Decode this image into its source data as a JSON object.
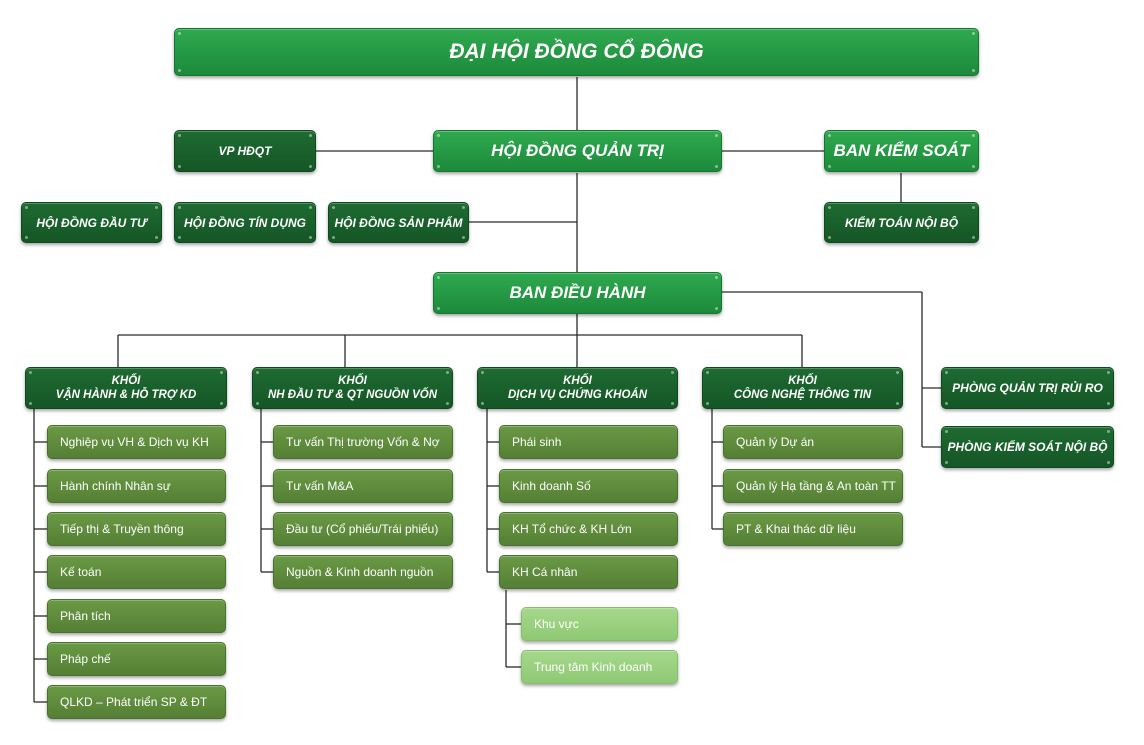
{
  "top": {
    "general_meeting": "ĐẠI HỘI ĐỒNG CỔ ĐÔNG",
    "board": "HỘI ĐỒNG QUẢN TRỊ",
    "board_office": "VP HĐQT",
    "supervisory": "BAN KIỂM SOÁT",
    "internal_audit": "KIỂM TOÁN NỘI BỘ",
    "executive": "BAN ĐIỀU HÀNH"
  },
  "committees": [
    "HỘI ĐỒNG ĐẦU TƯ",
    "HỘI ĐỒNG TÍN DỤNG",
    "HỘI ĐỒNG SẢN PHẨM"
  ],
  "side_departments": [
    "PHÒNG QUẢN TRỊ RỦI RO",
    "PHÒNG KIỂM SOÁT NỘI BỘ"
  ],
  "blocks": [
    {
      "title_1": "KHỐI",
      "title_2": "VẬN HÀNH & HỖ TRỢ KD",
      "items": [
        "Nghiệp vụ VH & Dịch vụ KH",
        "Hành chính Nhân sự",
        "Tiếp thị & Truyền thông",
        "Kế toán",
        "Phân tích",
        "Pháp chế",
        "QLKD – Phát triển SP & ĐT"
      ]
    },
    {
      "title_1": "KHỐI",
      "title_2": "NH ĐẦU TƯ & QT NGUỒN VỐN",
      "items": [
        "Tư vấn Thị trường Vốn & Nợ",
        "Tư vấn M&A",
        "Đầu tư (Cổ phiếu/Trái phiếu)",
        "Nguồn & Kinh doanh nguồn"
      ]
    },
    {
      "title_1": "KHỐI",
      "title_2": "DỊCH VỤ CHỨNG KHOÁN",
      "items": [
        "Phái sinh",
        "Kinh doanh Số",
        "KH Tổ chức & KH Lớn",
        "KH Cá nhân"
      ],
      "sub_items": [
        "Khu vực",
        "Trung tâm Kinh doanh"
      ]
    },
    {
      "title_1": "KHỐI",
      "title_2": "CÔNG NGHỆ THÔNG TIN",
      "items": [
        "Quản lý Dự án",
        "Quản lý Hạ tầng & An toàn TT",
        "PT & Khai thác dữ liệu"
      ]
    }
  ],
  "colors": {
    "bright_green": "#1f9a45",
    "dark_green": "#1a5f2c",
    "olive_green": "#5f8c3d",
    "light_green": "#9ad07f",
    "connector": "#2b2b2b"
  }
}
